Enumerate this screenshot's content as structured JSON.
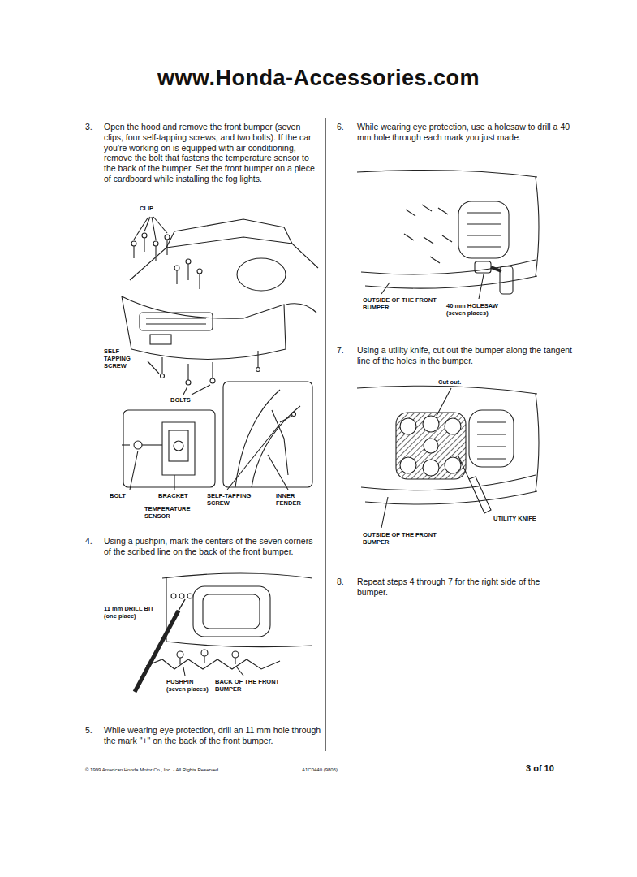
{
  "diagram": {
    "title": "www.Honda-Accessories.com",
    "labels": [
      "3.",
      "Open the hood and remove the front bumper (seven clips, four self-tapping screws, and two bolts). If the car you're working on is equipped with air conditioning, remove the bolt that fastens the temperature sensor to the back of the bumper. Set the front bumper on a piece of cardboard while installing the fog lights.",
      "CLIP",
      "SELF-TAPPING SCREW",
      "BOLTS",
      "BOLT",
      "BRACKET",
      "TEMPERATURE SENSOR",
      "SELF-TAPPING SCREW",
      "INNER FENDER",
      "4.",
      "Using a pushpin, mark the centers of the seven corners of the scribed line on the back of the front bumper.",
      "11 mm DRILL BIT (one place)",
      "PUSHPIN (seven places)",
      "BACK OF THE FRONT BUMPER",
      "5.",
      "While wearing eye protection, drill an 11 mm hole through the mark \"+\" on the back of the front bumper.",
      "6.",
      "While wearing eye protection, use a holesaw to drill a 40 mm hole through each mark you just made.",
      "OUTSIDE OF THE FRONT BUMPER",
      "40 mm HOLESAW (seven places)",
      "7.",
      "Using a utility knife, cut out the bumper along the tangent line of the holes in the bumper.",
      "Cut out.",
      "OUTSIDE OF THE FRONT BUMPER",
      "UTILITY KNIFE",
      "8.",
      "Repeat steps 4 through 7 for the right side of the bumper.",
      "© 1999 American Honda Motor Co., Inc. - All Rights Reserved.",
      "A1C0440 (9806)",
      "3 of 10"
    ]
  }
}
